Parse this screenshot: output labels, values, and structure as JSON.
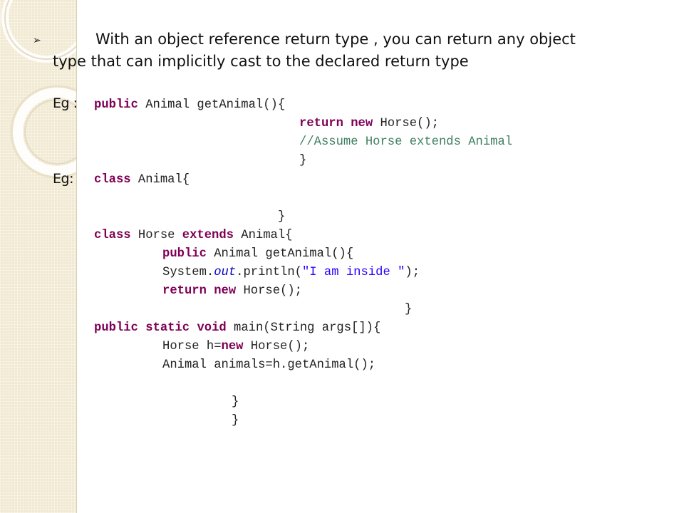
{
  "slide": {
    "bullet_symbol": "➢",
    "heading_line1": "With an object reference return type , you can return any object",
    "heading_line2": "type that can implicitly cast to the declared return type"
  },
  "example1": {
    "label": "Eg :",
    "line1_kw": "public",
    "line1_rest": " Animal getAnimal(){",
    "line2_kw1": "return",
    "line2_kw2": "new",
    "line2_rest": " Horse();",
    "line3_comment": "//Assume Horse extends Animal",
    "line4": "}"
  },
  "example2": {
    "label": "Eg:",
    "l1_kw": "class",
    "l1_rest": " Animal{",
    "l2": "}",
    "l3_kw1": "class",
    "l3_mid": " Horse ",
    "l3_kw2": "extends",
    "l3_rest": " Animal{",
    "l4_kw": "public",
    "l4_rest": " Animal getAnimal(){",
    "l5_a": "System.",
    "l5_out": "out",
    "l5_b": ".println(",
    "l5_str": "\"I am inside \"",
    "l5_c": ");",
    "l6_kw1": "return",
    "l6_kw2": "new",
    "l6_rest": " Horse();",
    "l7": "}",
    "l8_kw1": "public",
    "l8_kw2": "static",
    "l8_kw3": "void",
    "l8_rest": " main(String args[]){",
    "l9_a": "Horse h=",
    "l9_kw": "new",
    "l9_b": " Horse();",
    "l10": "Animal animals=h.getAnimal();",
    "l11": "}",
    "l12": "}"
  },
  "colors": {
    "panel": "#f1e9d2",
    "keyword": "#7f0055",
    "comment": "#3f7f5f",
    "string": "#2a00ff"
  }
}
